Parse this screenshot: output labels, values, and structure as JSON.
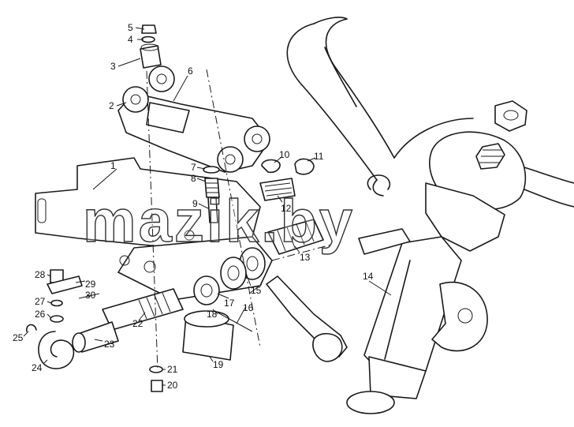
{
  "watermark": "mazik.by",
  "callouts": [
    {
      "id": "1",
      "text": "1"
    },
    {
      "id": "2",
      "text": "2"
    },
    {
      "id": "3",
      "text": "3"
    },
    {
      "id": "4",
      "text": "4"
    },
    {
      "id": "5",
      "text": "5"
    },
    {
      "id": "6",
      "text": "6"
    },
    {
      "id": "7",
      "text": "7"
    },
    {
      "id": "8",
      "text": "8"
    },
    {
      "id": "9",
      "text": "9"
    },
    {
      "id": "10",
      "text": "10"
    },
    {
      "id": "11",
      "text": "11"
    },
    {
      "id": "12",
      "text": "12"
    },
    {
      "id": "13",
      "text": "13"
    },
    {
      "id": "14",
      "text": "14"
    },
    {
      "id": "15",
      "text": "15"
    },
    {
      "id": "16",
      "text": "16"
    },
    {
      "id": "17",
      "text": "17"
    },
    {
      "id": "18",
      "text": "18"
    },
    {
      "id": "19",
      "text": "19"
    },
    {
      "id": "20",
      "text": "20"
    },
    {
      "id": "21",
      "text": "21"
    },
    {
      "id": "22",
      "text": "22"
    },
    {
      "id": "23",
      "text": "23"
    },
    {
      "id": "24",
      "text": "24"
    },
    {
      "id": "25",
      "text": "25"
    },
    {
      "id": "26",
      "text": "26"
    },
    {
      "id": "27",
      "text": "27"
    },
    {
      "id": "28",
      "text": "28"
    },
    {
      "id": "29",
      "text": "29"
    },
    {
      "id": "30",
      "text": "30"
    }
  ]
}
